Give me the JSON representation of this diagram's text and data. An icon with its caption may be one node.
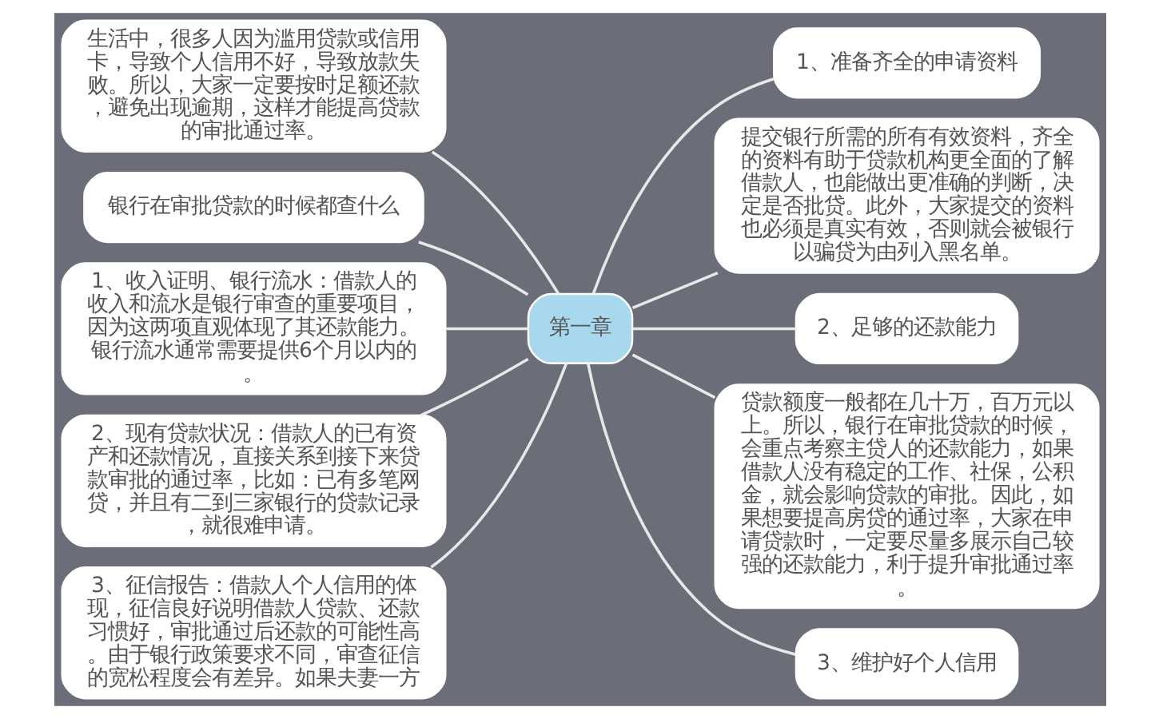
{
  "diagram": {
    "nodes": [
      {
        "text": [
          "第一章"
        ]
      },
      {
        "text": [
          "生活中，很多人因为滥用贷款或信用卡，导致个人信用不好，导致放款失败。所以，大家一定要按时足额还款，避免出现逾期，这样才能提高贷款的审批通过率。"
        ]
      },
      {
        "text": [
          "银行在审批贷款的时候都查什么"
        ]
      },
      {
        "text": [
          "1、收入证明、银行流水：借款人的收入和流水是银行审查的重要项目，因为这两项直观体现了其还款能力。银行流水通常需要提供6个月以内的。"
        ]
      },
      {
        "text": [
          "2、现有贷款状况：借款人的已有资产和还款情况，直接关系到接下来贷款审批的通过率，比如：已有多笔网贷，并且有二到三家银行的贷款记录，就很难申请。"
        ]
      },
      {
        "text": [
          "3、征信报告：借款人个人信用的体现，征信良好说明借款人贷款、还款习惯好，审批通过后还款的可能性高。由于银行政策要求不同，审查征信的宽松程度会有差异。如果夫妻一方"
        ]
      },
      {
        "text": [
          "1、准备齐全的申请资料"
        ]
      },
      {
        "text": [
          "提交银行所需的所有有效资料，齐全的资料有助于贷款机构更全面的了解借款人，也能做出更准确的判断，决定是否批贷。此外，大家提交的资料也必须是真实有效，否则就会被银行以骗贷为由列入黑名单。"
        ]
      },
      {
        "text": [
          "2、足够的还款能力"
        ]
      },
      {
        "text": [
          "贷款额度一般都在几十万，百万元以上。所以，银行在审批贷款的时候，会重点考察主贷人的还款能力，如果借款人没有稳定的工作、社保，公积金，就会影响贷款的审批。因此，如果想要提高房贷的通过率，大家在申请贷款时，一定要尽量多展示自己较强的还款能力，利于提升审批通过率。"
        ]
      },
      {
        "text": [
          "3、维护好个人信用"
        ]
      }
    ],
    "edges": [
      {
        "from": 1,
        "to": 0,
        "arrow": "none"
      },
      {
        "from": 2,
        "to": 0,
        "arrow": "none"
      },
      {
        "from": 3,
        "to": 0,
        "arrow": "none"
      },
      {
        "from": 4,
        "to": 0,
        "arrow": "none"
      },
      {
        "from": 5,
        "to": 0,
        "arrow": "none"
      },
      {
        "from": 0,
        "to": 6,
        "arrow": "none"
      },
      {
        "from": 0,
        "to": 7,
        "arrow": "none"
      },
      {
        "from": 0,
        "to": 8,
        "arrow": "none"
      },
      {
        "from": 0,
        "to": 9,
        "arrow": "none"
      },
      {
        "from": 0,
        "to": 10,
        "arrow": "none"
      }
    ]
  }
}
